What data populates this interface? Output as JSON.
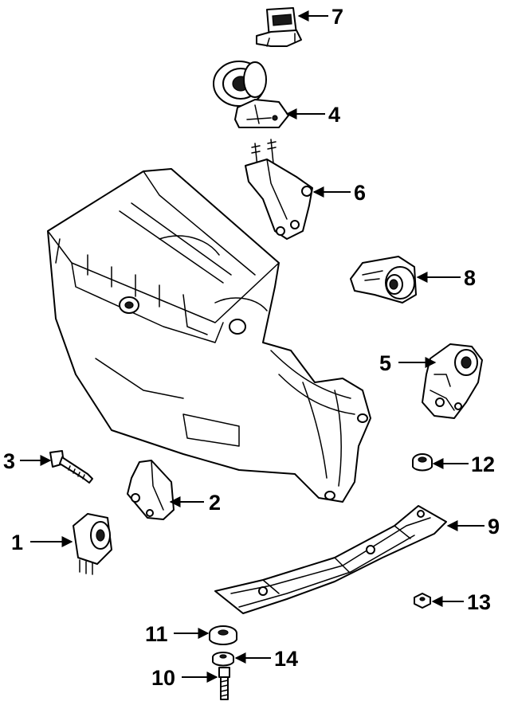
{
  "callouts": [
    {
      "label": "1"
    },
    {
      "label": "2"
    },
    {
      "label": "3"
    },
    {
      "label": "4"
    },
    {
      "label": "5"
    },
    {
      "label": "6"
    },
    {
      "label": "7"
    },
    {
      "label": "8"
    },
    {
      "label": "9"
    },
    {
      "label": "10"
    },
    {
      "label": "11"
    },
    {
      "label": "12"
    },
    {
      "label": "13"
    },
    {
      "label": "14"
    }
  ],
  "colors": {
    "line": "#000000",
    "background": "#ffffff"
  }
}
